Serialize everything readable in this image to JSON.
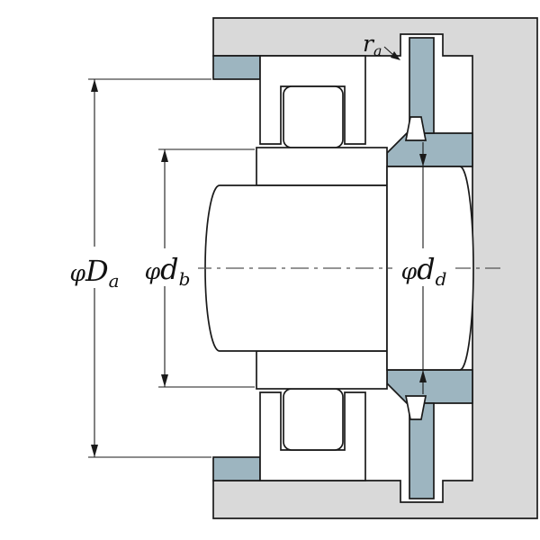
{
  "diagram": {
    "type": "technical-drawing",
    "subject": "cylindrical-roller-bearing-mounting-cross-section",
    "colors": {
      "background": "#ffffff",
      "housing_fill": "#d9d9d9",
      "steel_fill": "#9db5c0",
      "line": "#1a1a1a",
      "centerline": "#555555"
    },
    "labels": {
      "Da": {
        "phi": "φ",
        "main": "D",
        "sub": "a"
      },
      "db": {
        "phi": "φ",
        "main": "d",
        "sub": "b"
      },
      "dd": {
        "phi": "φ",
        "main": "d",
        "sub": "d"
      },
      "ra": {
        "main": "r",
        "sub": "a"
      }
    }
  }
}
